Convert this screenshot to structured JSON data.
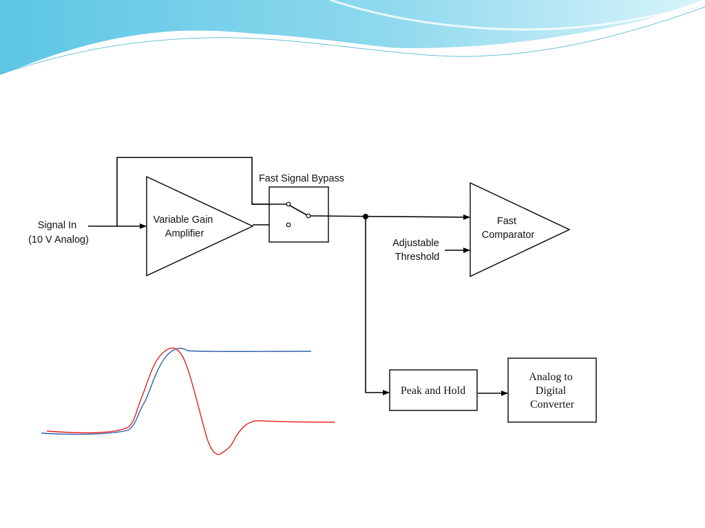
{
  "theme": {
    "wave_dark": "#5cc6e4",
    "wave_light": "#c6eef7",
    "wave_line": "#2aa2c7",
    "signal_blue": "#2f5cab",
    "signal_red": "#e41c1c"
  },
  "inputs": {
    "signal_in": [
      "Signal In",
      "(10 V Analog)"
    ],
    "threshold": [
      "Adjustable",
      "Threshold"
    ]
  },
  "blocks": {
    "vga": [
      "Variable Gain",
      "Amplifier"
    ],
    "bypass": "Fast Signal Bypass",
    "comparator": [
      "Fast",
      "Comparator"
    ],
    "peak_hold": "Peak and Hold",
    "adc": [
      "Analog to",
      "Digital",
      "Converter"
    ]
  }
}
